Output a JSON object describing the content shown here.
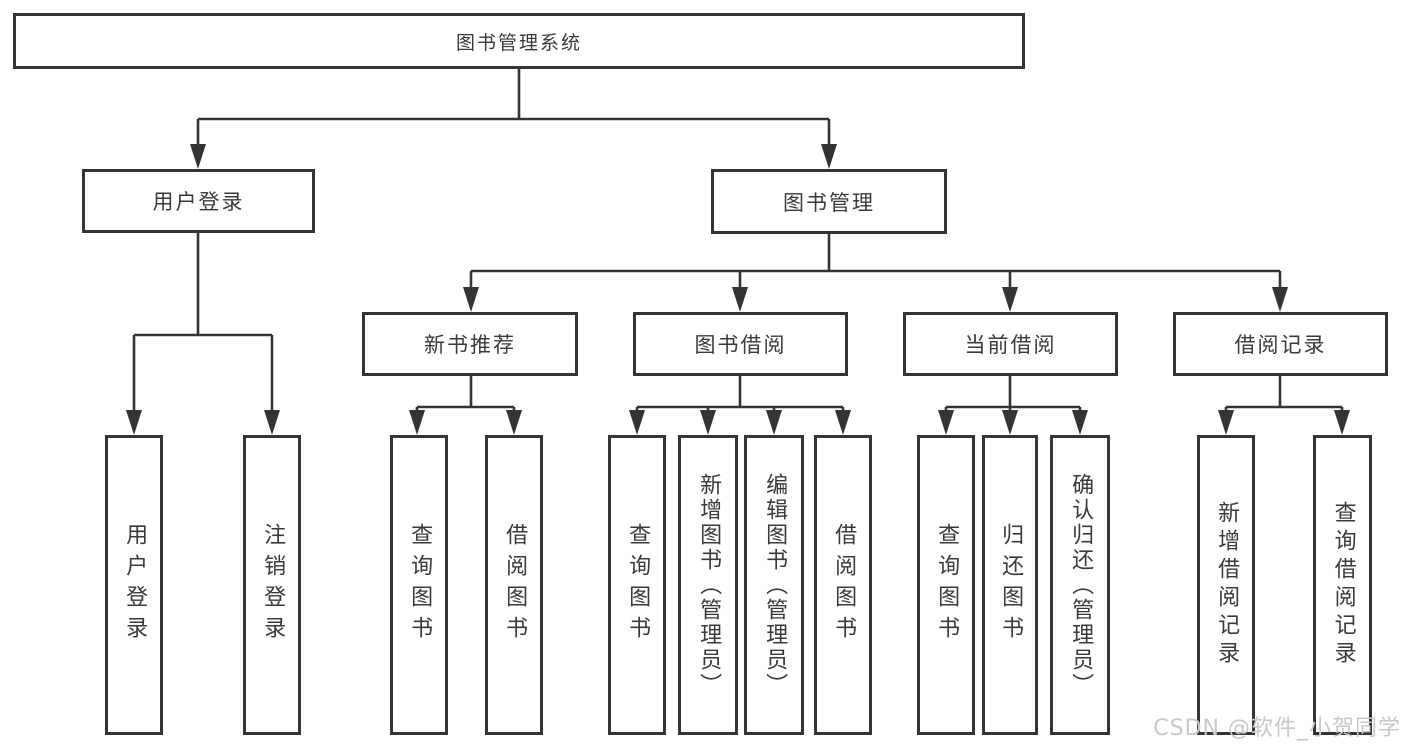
{
  "tree": {
    "root": {
      "label": "图书管理系统",
      "children": [
        {
          "label": "用户登录",
          "children": [
            {
              "label": "用户登录"
            },
            {
              "label": "注销登录"
            }
          ]
        },
        {
          "label": "图书管理",
          "children": [
            {
              "label": "新书推荐",
              "children": [
                {
                  "label": "查询图书"
                },
                {
                  "label": "借阅图书"
                }
              ]
            },
            {
              "label": "图书借阅",
              "children": [
                {
                  "label": "查询图书"
                },
                {
                  "label": "新增图书（管理员）"
                },
                {
                  "label": "编辑图书（管理员）"
                },
                {
                  "label": "借阅图书"
                }
              ]
            },
            {
              "label": "当前借阅",
              "children": [
                {
                  "label": "查询图书"
                },
                {
                  "label": "归还图书"
                },
                {
                  "label": "确认归还（管理员）"
                }
              ]
            },
            {
              "label": "借阅记录",
              "children": [
                {
                  "label": "新增借阅记录"
                },
                {
                  "label": "查询借阅记录"
                }
              ]
            }
          ]
        }
      ]
    }
  },
  "watermark": {
    "text": "CSDN @软件_小贺同学"
  },
  "colors": {
    "line": "#343434",
    "box_border": "#343434",
    "box_fill": "#ffffff",
    "text": "#3a3a3a",
    "watermark": "#c8c8c8"
  }
}
